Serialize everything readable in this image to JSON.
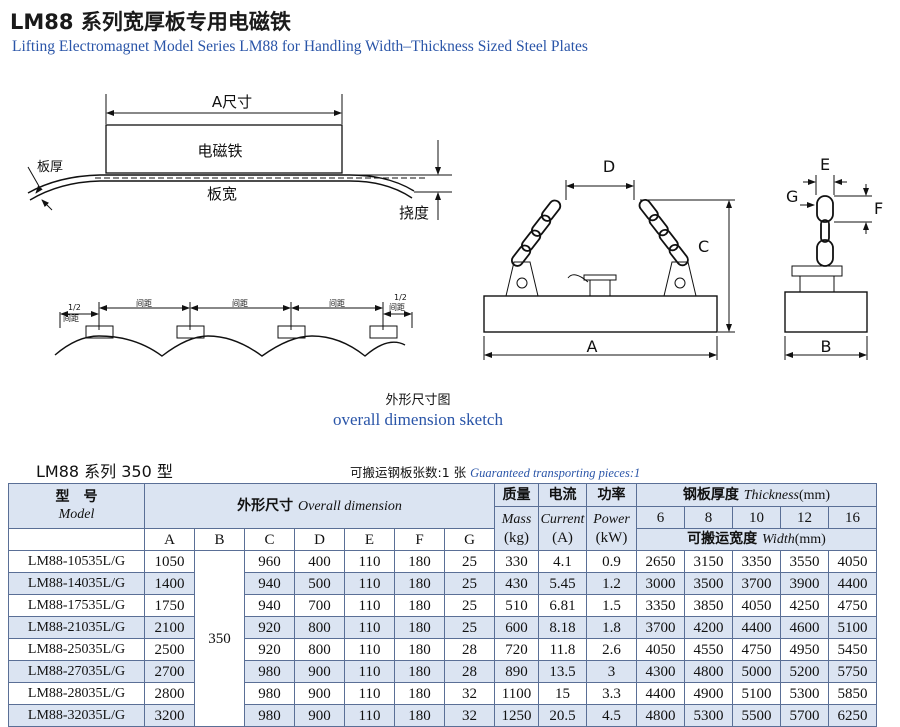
{
  "header": {
    "title": "LM88 系列宽厚板专用电磁铁",
    "subtitle": "Lifting Electromagnet Model Series LM88 for Handling Width–Thickness Sized Steel Plates"
  },
  "sketch": {
    "label_a_size": "A尺寸",
    "label_magnet": "电磁铁",
    "label_thickness": "板厚",
    "label_width": "板宽",
    "label_deflection": "挠度",
    "label_half_spacing": "1/2",
    "label_spacing_word": "间距",
    "label_spacing": "间距",
    "dim_D": "D",
    "dim_C": "C",
    "dim_A": "A",
    "dim_E": "E",
    "dim_G": "G",
    "dim_F": "F",
    "dim_B": "B",
    "caption_cn": "外形尺寸图",
    "caption_en": "overall dimension sketch"
  },
  "spec_table": {
    "series_title": "LM88 系列 350 型",
    "pieces_cn": "可搬运钢板张数:1 张",
    "pieces_en": "Guaranteed transporting pieces:1",
    "headers": {
      "model_cn": "型　号",
      "model_en": "Model",
      "dim_cn": "外形尺寸",
      "dim_en": "Overall dimension",
      "dim_cols": [
        "A",
        "B",
        "C",
        "D",
        "E",
        "F",
        "G"
      ],
      "mass_cn": "质量",
      "mass_en": "Mass",
      "mass_unit": "(kg)",
      "current_cn": "电流",
      "current_en": "Current",
      "current_unit": "(A)",
      "power_cn": "功率",
      "power_en": "Power",
      "power_unit": "(kW)",
      "thick_cn": "钢板厚度",
      "thick_en": "Thickness",
      "thick_unit": "(mm)",
      "thick_cols": [
        "6",
        "8",
        "10",
        "12",
        "16"
      ],
      "width_cn": "可搬运宽度",
      "width_en": "Width",
      "width_unit": "(mm)"
    },
    "b_value": "350",
    "rows": [
      {
        "model": "LM88-10535L/G",
        "A": "1050",
        "C": "960",
        "D": "400",
        "E": "110",
        "F": "180",
        "G": "25",
        "mass": "330",
        "current": "4.1",
        "power": "0.9",
        "w": [
          "2650",
          "3150",
          "3350",
          "3550",
          "4050"
        ]
      },
      {
        "model": "LM88-14035L/G",
        "A": "1400",
        "C": "940",
        "D": "500",
        "E": "110",
        "F": "180",
        "G": "25",
        "mass": "430",
        "current": "5.45",
        "power": "1.2",
        "w": [
          "3000",
          "3500",
          "3700",
          "3900",
          "4400"
        ]
      },
      {
        "model": "LM88-17535L/G",
        "A": "1750",
        "C": "940",
        "D": "700",
        "E": "110",
        "F": "180",
        "G": "25",
        "mass": "510",
        "current": "6.81",
        "power": "1.5",
        "w": [
          "3350",
          "3850",
          "4050",
          "4250",
          "4750"
        ]
      },
      {
        "model": "LM88-21035L/G",
        "A": "2100",
        "C": "920",
        "D": "800",
        "E": "110",
        "F": "180",
        "G": "25",
        "mass": "600",
        "current": "8.18",
        "power": "1.8",
        "w": [
          "3700",
          "4200",
          "4400",
          "4600",
          "5100"
        ]
      },
      {
        "model": "LM88-25035L/G",
        "A": "2500",
        "C": "920",
        "D": "800",
        "E": "110",
        "F": "180",
        "G": "28",
        "mass": "720",
        "current": "11.8",
        "power": "2.6",
        "w": [
          "4050",
          "4550",
          "4750",
          "4950",
          "5450"
        ]
      },
      {
        "model": "LM88-27035L/G",
        "A": "2700",
        "C": "980",
        "D": "900",
        "E": "110",
        "F": "180",
        "G": "28",
        "mass": "890",
        "current": "13.5",
        "power": "3",
        "w": [
          "4300",
          "4800",
          "5000",
          "5200",
          "5750"
        ]
      },
      {
        "model": "LM88-28035L/G",
        "A": "2800",
        "C": "980",
        "D": "900",
        "E": "110",
        "F": "180",
        "G": "32",
        "mass": "1100",
        "current": "15",
        "power": "3.3",
        "w": [
          "4400",
          "4900",
          "5100",
          "5300",
          "5850"
        ]
      },
      {
        "model": "LM88-32035L/G",
        "A": "3200",
        "C": "980",
        "D": "900",
        "E": "110",
        "F": "180",
        "G": "32",
        "mass": "1250",
        "current": "20.5",
        "power": "4.5",
        "w": [
          "4800",
          "5300",
          "5500",
          "5700",
          "6250"
        ]
      }
    ]
  },
  "colors": {
    "header_fill": "#dbe4f2",
    "accent_blue": "#2a55a8",
    "grid": "#5a6f96"
  }
}
